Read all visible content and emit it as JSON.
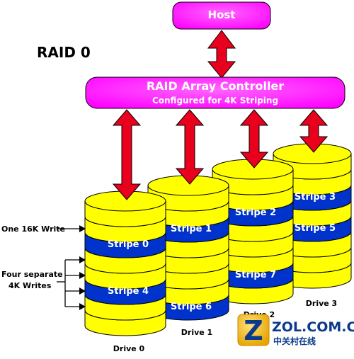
{
  "title": "RAID 0",
  "host": {
    "label": "Host"
  },
  "controller": {
    "title": "RAID Array Controller",
    "subtitle": "Configured for 4K Striping"
  },
  "annotations": {
    "one_write": "One 16K Write",
    "separate_line1": "Four separate",
    "separate_line2": "4K Writes"
  },
  "drives": [
    {
      "label": "Drive 0",
      "stripes": [
        "Stripe 0",
        "Stripe 4"
      ]
    },
    {
      "label": "Drive 1",
      "stripes": [
        "Stripe 1",
        "Stripe 6"
      ]
    },
    {
      "label": "Drive 2",
      "stripes": [
        "Stripe 2",
        "Stripe 7"
      ]
    },
    {
      "label": "Drive 3",
      "stripes": [
        "Stripe 3",
        "Stripe 5"
      ]
    }
  ],
  "watermark": {
    "text": "ZOL.COM.CN",
    "subtext": "中关村在线"
  },
  "colors": {
    "magenta": "#ff00ff",
    "arrow": "#e8001c",
    "disk_yellow": "#ffff00",
    "stripe_blue": "#0033cc"
  }
}
